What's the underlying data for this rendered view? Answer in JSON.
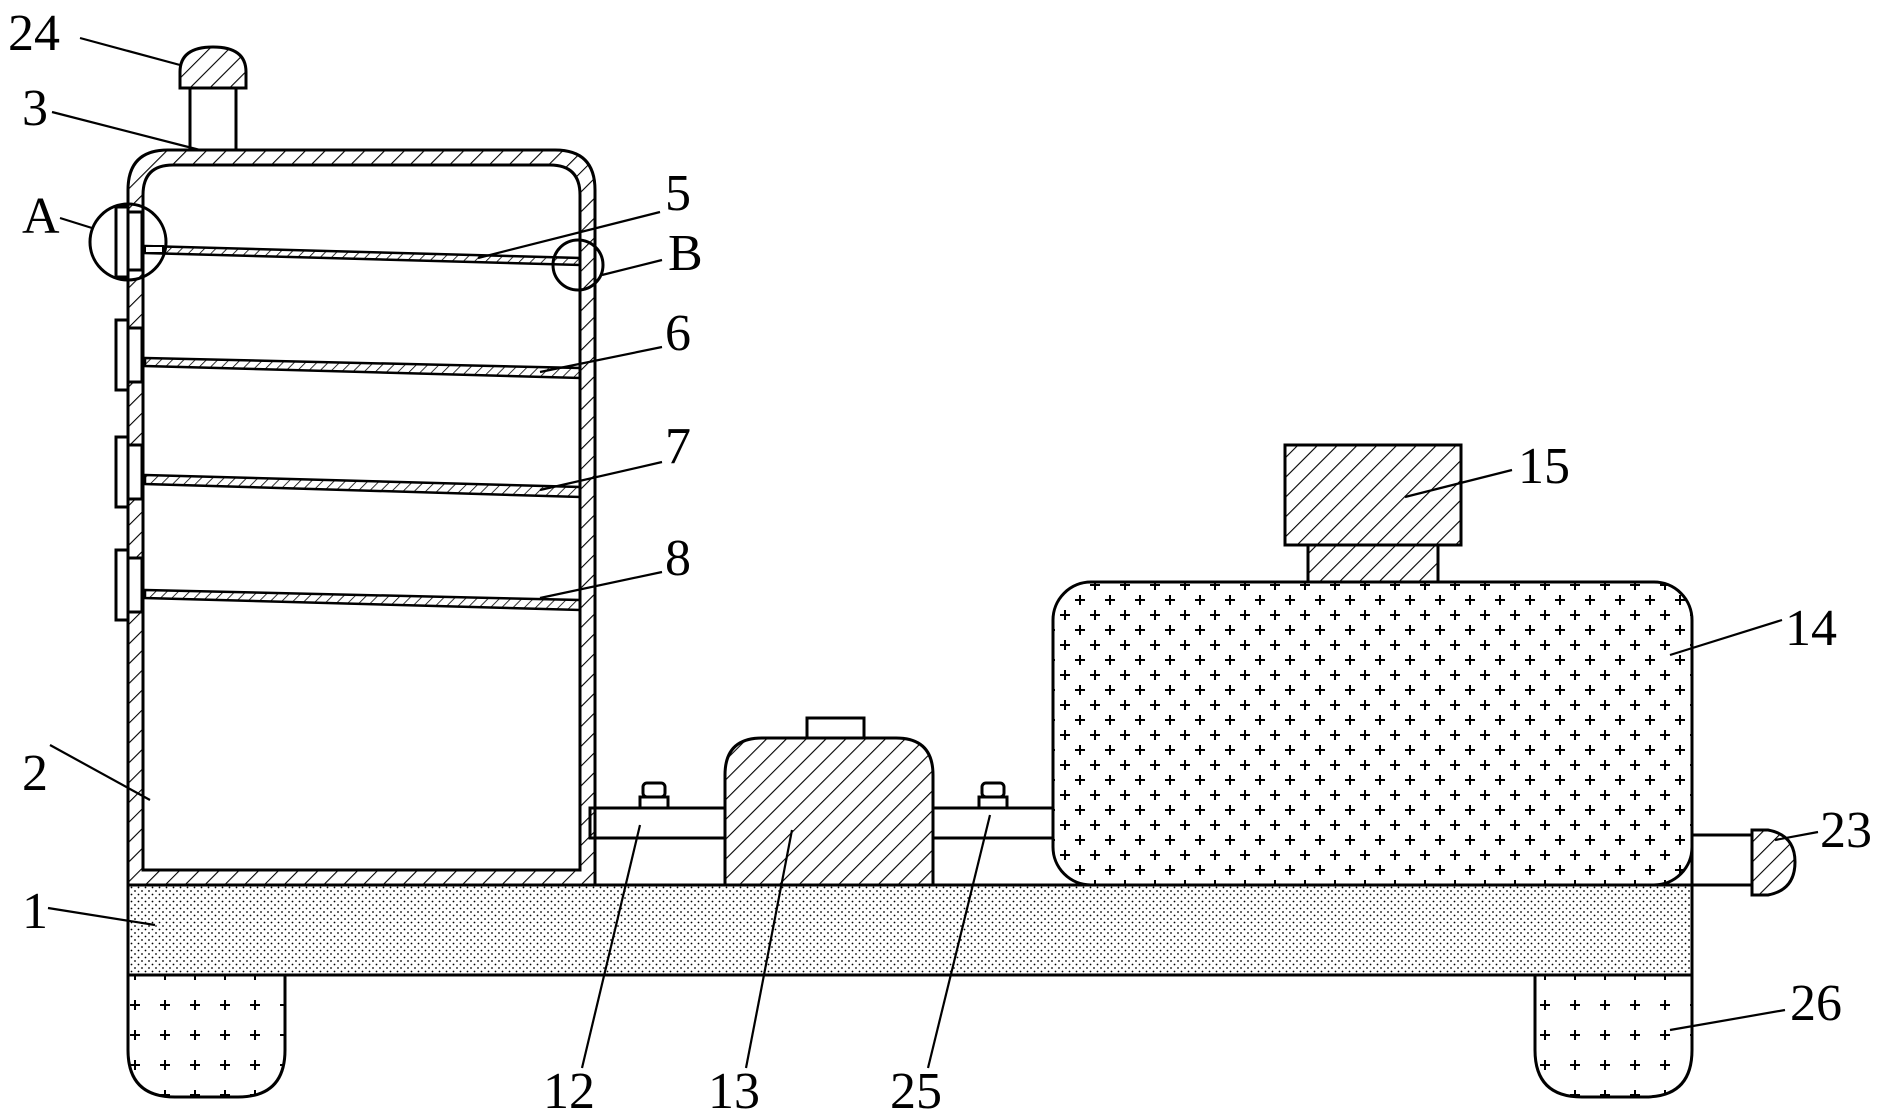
{
  "labels": {
    "l1": "1",
    "l2": "2",
    "l3": "3",
    "l5": "5",
    "l6": "6",
    "l7": "7",
    "l8": "8",
    "l12": "12",
    "l13": "13",
    "l14": "14",
    "l15": "15",
    "l23": "23",
    "l24": "24",
    "l25": "25",
    "l26": "26",
    "lA": "A",
    "lB": "B"
  },
  "colors": {
    "line": "#000000",
    "background": "#ffffff"
  }
}
